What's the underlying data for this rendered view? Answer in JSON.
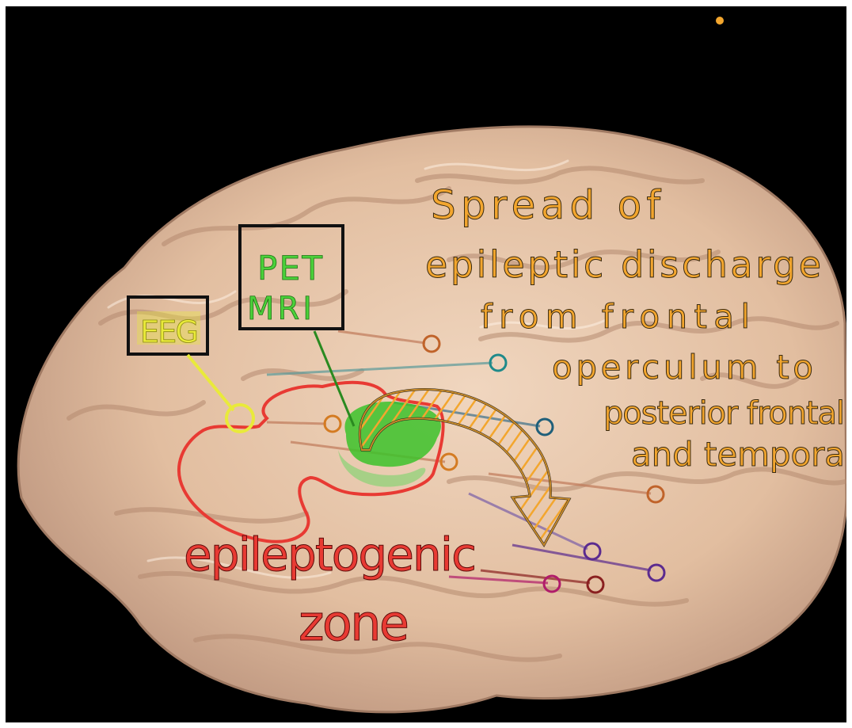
{
  "annotations": {
    "eeg_label": "EEG",
    "pet_label": "PET",
    "mri_label": "MRI",
    "spread_lines": [
      "Spread of",
      "epileptic discharge",
      "from frontal",
      "operculum to",
      "posterior frontal",
      "and tempora"
    ],
    "epileptogenic_line1": "epileptogenic",
    "epileptogenic_line2": "zone"
  },
  "colors": {
    "background": "#000000",
    "brain": "#e3c2a6",
    "eeg": "#e9ea3a",
    "pet_mri": "#4bd13a",
    "zone": "#e83a33",
    "spread": "#f3a62e",
    "electrode_orange": "#d47b22",
    "electrode_teal": "#1f8a8a",
    "electrode_purple": "#5b2b8f",
    "electrode_magenta": "#b01c6a"
  }
}
